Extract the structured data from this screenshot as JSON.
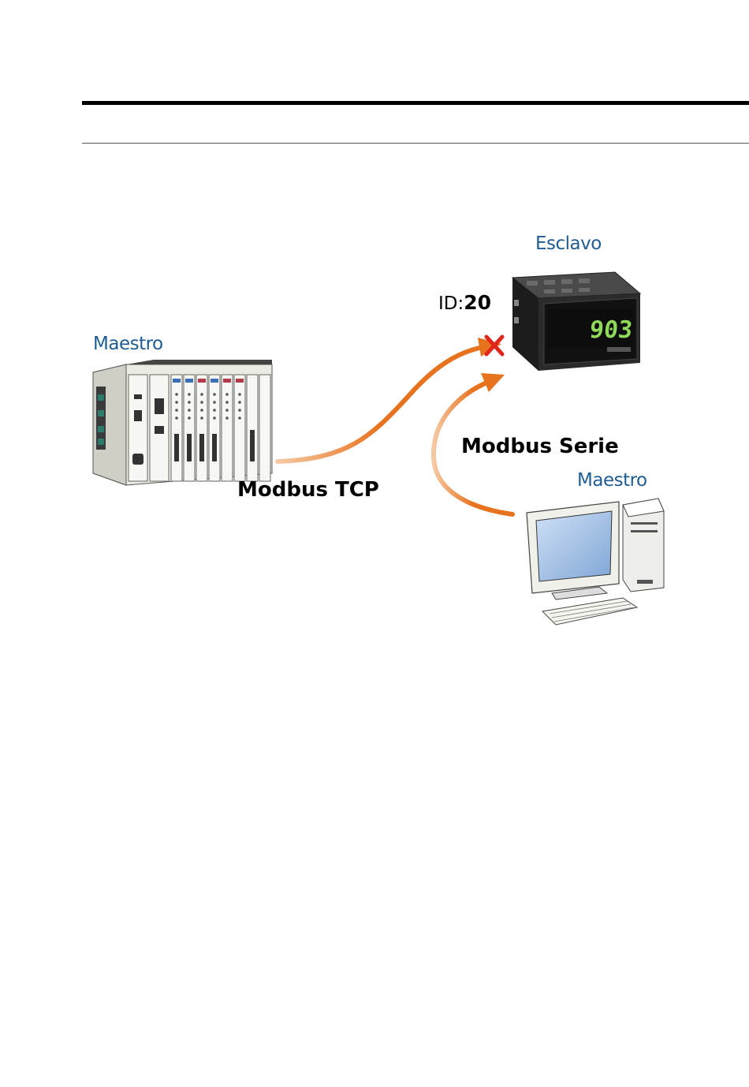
{
  "diagram": {
    "labels": {
      "master_plc": "Maestro",
      "slave": "Esclavo",
      "master_pc": "Maestro",
      "id_prefix": "ID:",
      "id_value": "20",
      "link_tcp": "Modbus TCP",
      "link_serial": "Modbus Serie"
    },
    "display_value": "903",
    "colors": {
      "arrow": "#e8731f",
      "label": "#1f5c94",
      "display_digits": "#8fd85a",
      "blocked_mark": "#e0261b"
    },
    "connections": [
      {
        "from": "master_plc",
        "to": "slave",
        "protocol": "Modbus TCP",
        "status": "blocked"
      },
      {
        "from": "master_pc",
        "to": "slave",
        "protocol": "Modbus Serie",
        "status": "ok"
      }
    ]
  }
}
